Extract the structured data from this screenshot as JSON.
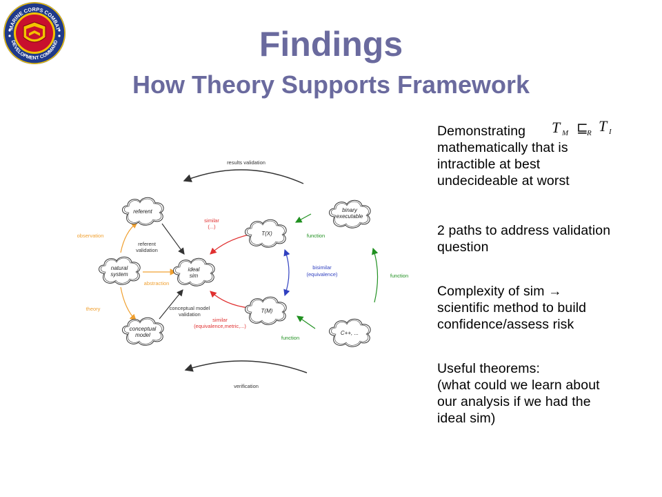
{
  "slide": {
    "title": "Findings",
    "subtitle": "How Theory Supports Framework"
  },
  "logo": {
    "top_text": "MARINE CORPS COMBAT",
    "bottom_text": "DEVELOPMENT COMMAND",
    "colors": {
      "ring": "#1f3a8a",
      "field": "#c8102e",
      "gold": "#f2c200"
    }
  },
  "diagram": {
    "nodes": {
      "referent": "referent",
      "natural_system_1": "natural",
      "natural_system_2": "system",
      "conceptual_1": "conceptual",
      "conceptual_2": "model",
      "ideal_1": "ideal",
      "ideal_2": "sim",
      "tx": "T(X)",
      "tm": "T(M)",
      "binary_1": "binary",
      "binary_2": "executable",
      "cpp": "C++, ..."
    },
    "labels": {
      "results_validation": "results validation",
      "verification": "verification",
      "observation": "observation",
      "theory": "theory",
      "abstraction": "abstraction",
      "referent_validation_1": "referent",
      "referent_validation_2": "validation",
      "conceptual_validation_1": "conceptual model",
      "conceptual_validation_2": "validation",
      "similar_top_1": "similar",
      "similar_top_2": "(...)",
      "similar_bottom_1": "similar",
      "similar_bottom_2": "(equivalence,metric,...)",
      "bisimilar_1": "bisimilar",
      "bisimilar_2": "(equivalence)",
      "function_top": "function",
      "function_right": "function",
      "function_bottom": "function"
    },
    "colors": {
      "orange": "#f0a030",
      "red": "#e03030",
      "blue": "#3040c0",
      "green": "#209020",
      "dark": "#333333"
    }
  },
  "formula": {
    "left": "T",
    "left_sub": "M",
    "operator": "⊑",
    "op_sub": "R",
    "right": "T",
    "right_sub": "I"
  },
  "body": {
    "p1": [
      "Demonstrating",
      "mathematically that is",
      "intractible at best",
      "undecideable at worst"
    ],
    "p2": [
      "2 paths to address validation",
      "question"
    ],
    "p3": [
      "Complexity of sim →",
      "scientific method to build",
      "confidence/assess risk"
    ],
    "p4": [
      "Useful theorems:",
      "(what could we learn about",
      "our analysis if we had the",
      "ideal sim)"
    ]
  }
}
